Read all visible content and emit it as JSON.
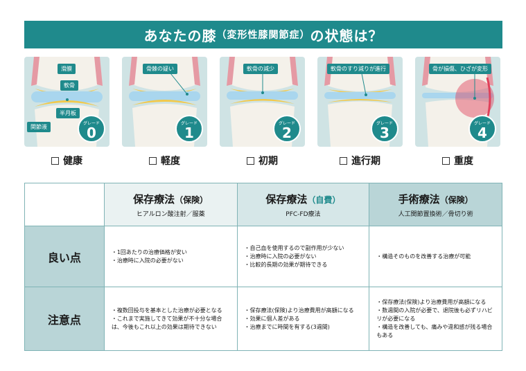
{
  "title": {
    "main": "あなたの膝",
    "paren": "（変形性膝関節症）",
    "tail": "の状態は？"
  },
  "grades": [
    {
      "badge_label": "グレード",
      "number": "0",
      "name": "健康",
      "tags": [
        "滑膜",
        "軟骨",
        "半月板",
        "関節液"
      ]
    },
    {
      "badge_label": "グレード",
      "number": "1",
      "name": "軽度",
      "tags": [
        "骨棘の疑い"
      ]
    },
    {
      "badge_label": "グレード",
      "number": "2",
      "name": "初期",
      "tags": [
        "軟骨の減少"
      ]
    },
    {
      "badge_label": "グレード",
      "number": "3",
      "name": "進行期",
      "tags": [
        "軟骨のすり減りが進行"
      ]
    },
    {
      "badge_label": "グレード",
      "number": "4",
      "name": "重度",
      "tags": [
        "骨が損傷、ひざが変形"
      ]
    }
  ],
  "table": {
    "columns": [
      {
        "title": "保存療法",
        "paren": "（保険）",
        "sub": "ヒアルロン酸注射／服薬"
      },
      {
        "title": "保存療法",
        "paren": "（自費）",
        "sub": "PFC-FD療法"
      },
      {
        "title": "手術療法",
        "paren": "（保険）",
        "sub": "人工関節置換術／骨切り術"
      }
    ],
    "rows": [
      {
        "label": "良い点",
        "cells": [
          [
            "1回あたりの治療価格が安い",
            "治療時に入院の必要がない"
          ],
          [
            "自己血を使用するので副作用が少ない",
            "治療時に入院の必要がない",
            "比較的長期の効果が期待できる"
          ],
          [
            "構造そのものを改善する治療が可能"
          ]
        ]
      },
      {
        "label": "注意点",
        "cells": [
          [
            "複数回投与を基本とした治療が必要となる",
            "これまで実施してきて効果が不十分な場合は、今後もこれ以上の効果は期待できない"
          ],
          [
            "保存療法(保険)より治療費用が高額になる",
            "効果に個人差がある",
            "治療までに時間を有する(3週間)"
          ],
          [
            "保存療法(保険)より治療費用が高額になる",
            "数週間の入院が必要で、退院後も必ずリハビリが必要になる",
            "構造を改善しても、痛みや違和感が残る場合もある"
          ]
        ]
      }
    ]
  },
  "colors": {
    "teal": "#1f8a8c",
    "light": "#cfe3e4",
    "cartilage": "#f2c94c",
    "fluid": "#a9d6ee",
    "inflame": "#e0405a"
  }
}
